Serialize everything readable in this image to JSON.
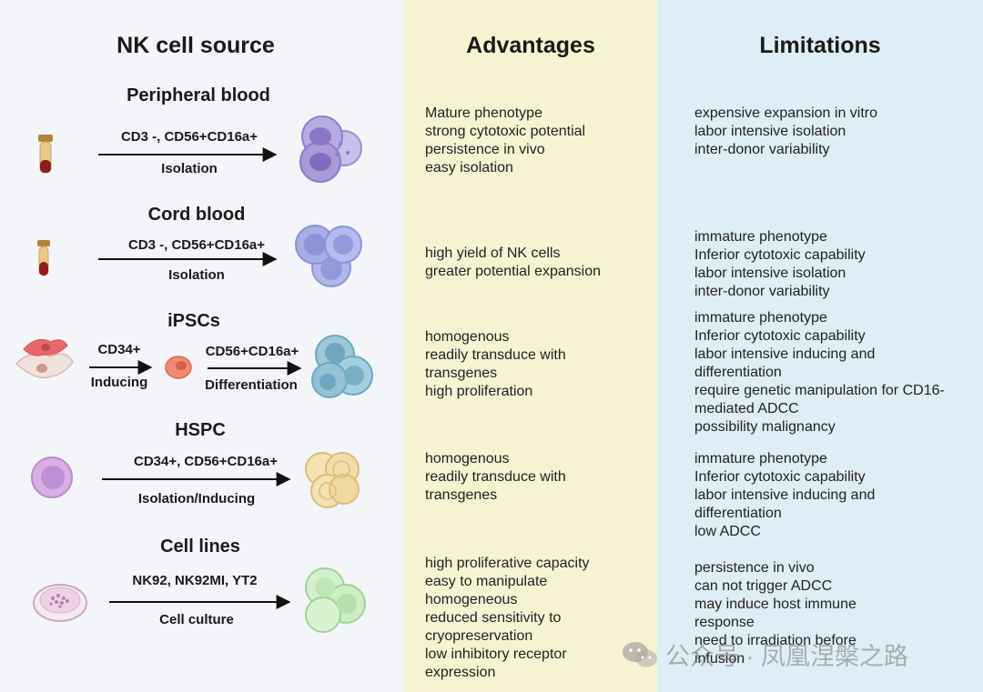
{
  "headers": {
    "source": "NK cell source",
    "advantages": "Advantages",
    "limitations": "Limitations"
  },
  "rows": [
    {
      "title": "Peripheral blood",
      "marker": "CD3 -, CD56+CD16a+",
      "method": "Isolation",
      "advantages": [
        "Mature phenotype",
        "strong cytotoxic potential",
        "persistence in vivo",
        "easy isolation"
      ],
      "limitations": [
        "expensive expansion in vitro",
        "labor intensive isolation",
        "inter-donor variability"
      ]
    },
    {
      "title": "Cord blood",
      "marker": "CD3 -, CD56+CD16a+",
      "method": "Isolation",
      "advantages": [
        "high yield of NK cells",
        "greater potential expansion"
      ],
      "limitations": [
        "immature phenotype",
        "Inferior cytotoxic capability",
        "labor intensive isolation",
        "inter-donor variability"
      ]
    },
    {
      "title": "iPSCs",
      "marker": "CD34+",
      "method": "Inducing",
      "marker2": "CD56+CD16a+",
      "method2": "Differentiation",
      "advantages": [
        "homogenous",
        "readily transduce with",
        "transgenes",
        "high proliferation"
      ],
      "limitations": [
        "immature phenotype",
        "Inferior cytotoxic capability",
        "labor intensive inducing and",
        "differentiation",
        "require genetic manipulation for CD16-",
        "mediated ADCC",
        "possibility malignancy"
      ]
    },
    {
      "title": "HSPC",
      "marker": "CD34+, CD56+CD16a+",
      "method": "Isolation/Inducing",
      "advantages": [
        "homogenous",
        "readily transduce with",
        "transgenes"
      ],
      "limitations": [
        "immature phenotype",
        "Inferior cytotoxic capability",
        "labor intensive inducing and",
        "differentiation",
        "low ADCC"
      ]
    },
    {
      "title": "Cell lines",
      "marker": "NK92, NK92MI, YT2",
      "method": "Cell culture",
      "advantages": [
        "high proliferative capacity",
        "easy to manipulate",
        "homogeneous",
        "reduced sensitivity to",
        "cryopreservation",
        "low inhibitory receptor",
        "expression"
      ],
      "limitations": [
        "persistence in vivo",
        "can not trigger ADCC",
        "may induce host immune",
        "response",
        "need to irradiation before",
        "infusion"
      ]
    }
  ],
  "watermark": "公众号 · 凤凰涅槃之路",
  "colors": {
    "advantages_bg": "#f6f3d2",
    "limitations_bg": "#deedf6",
    "pb_cell": "#a99ad8",
    "cb_cell": "#9aa4e0",
    "ipsc_cell": "#8ec3d8",
    "hspc_cell": "#c8a0dc",
    "hspc_out": "#f2dca8",
    "line_cell": "#bfe6b8"
  }
}
